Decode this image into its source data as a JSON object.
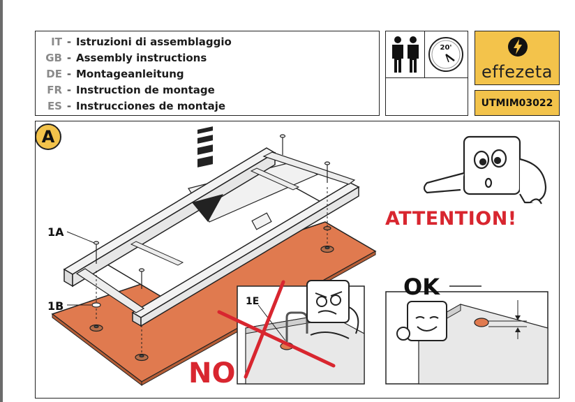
{
  "header": {
    "languages": [
      {
        "code": "IT",
        "text": "Istruzioni di assemblaggio"
      },
      {
        "code": "GB",
        "text": "Assembly instructions"
      },
      {
        "code": "DE",
        "text": "Montageanleitung"
      },
      {
        "code": "FR",
        "text": "Instruction de montage"
      },
      {
        "code": "ES",
        "text": "Instrucciones de montaje"
      }
    ],
    "time_label": "20'",
    "people_icon": "two-people-icon",
    "clock_icon": "clock-icon"
  },
  "brand": {
    "name": "effezeta",
    "logo_icon": "lightning-logo-icon",
    "product_code": "UTMIM03022",
    "accent_color": "#f3c34b"
  },
  "step": {
    "label": "A",
    "callouts": {
      "part_1a": "1A",
      "part_1b": "1B",
      "part_1e": "1E"
    },
    "attention_text": "ATTENTION!",
    "ok_text": "OK",
    "no_text": "NO",
    "warning_color": "#d8262f",
    "board_color": "#e07a4f"
  }
}
